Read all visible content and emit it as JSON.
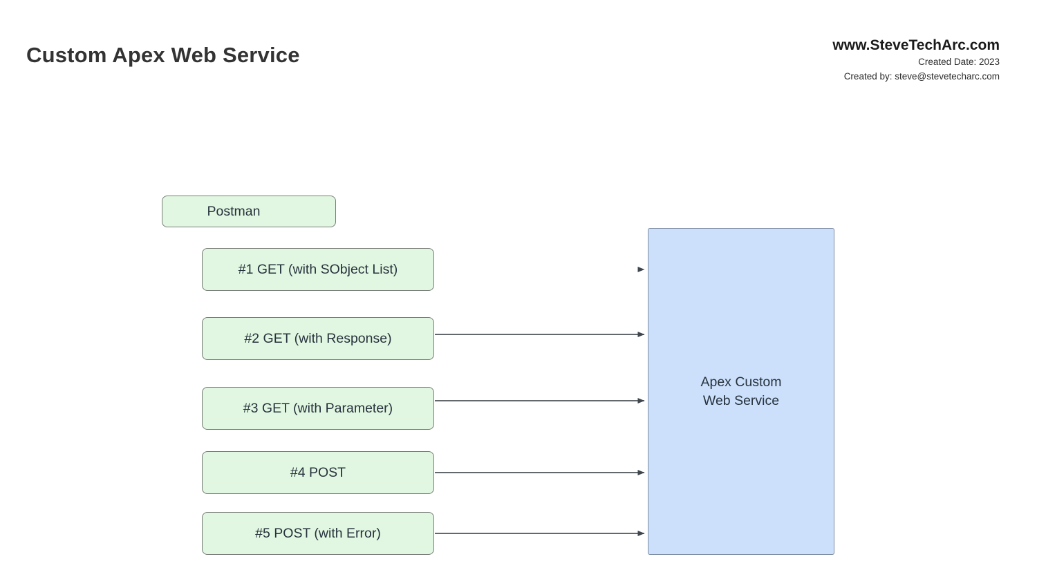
{
  "header": {
    "title": "Custom Apex Web Service",
    "site": "www.SteveTechArc.com",
    "created_date": "Created Date: 2023",
    "created_by": "Created by: steve@stevetecharc.com"
  },
  "theme": {
    "green_fill": "#e2f7e1",
    "green_border": "#767b76",
    "blue_fill": "#cce0fb",
    "blue_border": "#7a8aa0",
    "connector": "#4d5358",
    "text": "#26323d",
    "title_text": "#333333",
    "background": "#ffffff"
  },
  "diagram": {
    "client_label": "Postman",
    "service_label": "Apex Custom\nWeb Service",
    "service_line1": "Apex Custom",
    "service_line2": "Web Service",
    "requests": [
      {
        "label": "#1 GET (with SObject List)"
      },
      {
        "label": "#2 GET (with Response)"
      },
      {
        "label": "#3 GET (with Parameter)"
      },
      {
        "label": "#4 POST"
      },
      {
        "label": "#5 POST (with Error)"
      }
    ]
  }
}
